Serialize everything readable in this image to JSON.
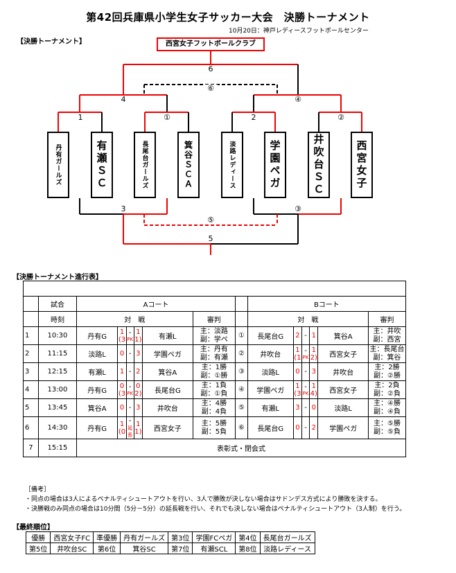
{
  "header": {
    "title": "第42回兵庫県小学生女子サッカー大会　決勝トーナメント",
    "date_venue": "10月20日：神戸レディースフットボールセンター"
  },
  "bracket": {
    "section_label": "【決勝トーナメント】",
    "champion": "西宮女子フットボールクラブ",
    "teams": [
      "丹有ガールズ",
      "有瀬ＳＣ",
      "長尾台ガールズ",
      "箕谷ＳＣＡ",
      "淡路レディース",
      "学園ペガ",
      "井吹台ＳＣ",
      "西宮女子"
    ],
    "match_numbers": {
      "m1": "1",
      "m2": "2",
      "mc1": "①",
      "mc2": "②",
      "m4": "4",
      "mc4": "④",
      "m6": "6",
      "mc6": "⑥",
      "m3": "3",
      "mc3": "③",
      "m5": "5",
      "mc5": "⑤"
    }
  },
  "schedule": {
    "section_label": "【決勝トーナメント進行表】",
    "h_match": "試合",
    "h_time": "時刻",
    "h_a_court": "Aコート",
    "h_b_court": "Bコート",
    "h_taisen": "対　戦",
    "h_ref": "審判",
    "rows": [
      {
        "no": "1",
        "time": "10:30",
        "a_home": "丹有G",
        "a_s1": "1",
        "a_p1": "(3",
        "a_pk": "PK",
        "a_s2": "1",
        "a_p2": "1)",
        "a_away": "有瀬L",
        "a_ref1": "主：淡路",
        "a_ref2": "副：学ペ",
        "b_no": "①",
        "b_home": "長尾台G",
        "b_s1": "2",
        "b_s2": "1",
        "b_away": "箕谷A",
        "b_ref1": "主：井吹",
        "b_ref2": "副：西宮"
      },
      {
        "no": "2",
        "time": "11:15",
        "a_home": "淡路L",
        "a_s1": "0",
        "a_s2": "3",
        "a_away": "学園ペガ",
        "a_ref1": "主：丹有",
        "a_ref2": "副：有瀬",
        "b_no": "②",
        "b_home": "井吹台",
        "b_s1": "1",
        "b_p1": "(1",
        "b_pk": "PK",
        "b_s2": "1",
        "b_p2": "2)",
        "b_away": "西宮女子",
        "b_ref1": "主：長尾台",
        "b_ref2": "副：箕谷"
      },
      {
        "no": "3",
        "time": "12:15",
        "a_home": "有瀬L",
        "a_s1": "1",
        "a_s2": "2",
        "a_away": "箕谷A",
        "a_ref1": "主：1勝",
        "a_ref2": "副：①勝",
        "b_no": "③",
        "b_home": "淡路L",
        "b_s1": "0",
        "b_s2": "3",
        "b_away": "井吹台",
        "b_ref1": "主：2勝",
        "b_ref2": "副：②勝"
      },
      {
        "no": "4",
        "time": "13:00",
        "a_home": "丹有G",
        "a_s1": "0",
        "a_p1": "(3",
        "a_pk": "PK",
        "a_s2": "0",
        "a_p2": "2)",
        "a_away": "長尾台G",
        "a_ref1": "主：1負",
        "a_ref2": "副：①負",
        "b_no": "④",
        "b_home": "学園ペガ",
        "b_s1": "1",
        "b_p1": "(3",
        "b_pk": "PK",
        "b_s2": "1",
        "b_p2": "4)",
        "b_away": "西宮女子",
        "b_ref1": "主：2負",
        "b_ref2": "副：②負"
      },
      {
        "no": "5",
        "time": "13:45",
        "a_home": "箕谷A",
        "a_s1": "0",
        "a_s2": "3",
        "a_away": "井吹台",
        "a_ref1": "主：4勝",
        "a_ref2": "副：4負",
        "b_no": "⑤",
        "b_home": "有瀬L",
        "b_s1": "3",
        "b_s2": "0",
        "b_away": "淡路L",
        "b_ref1": "主：④勝",
        "b_ref2": "副：④負"
      },
      {
        "no": "6",
        "time": "14:30",
        "a_home": "丹有G",
        "a_s1": "1",
        "a_p1": "(0",
        "a_pk": "延長",
        "a_s2": "1",
        "a_p2": "1)",
        "a_away": "西宮女子",
        "a_ref1": "主：5勝",
        "a_ref2": "副：5負",
        "b_no": "⑥",
        "b_home": "長尾台G",
        "b_s1": "0",
        "b_s2": "2",
        "b_away": "学園ペガ",
        "b_ref1": "主：⑤勝",
        "b_ref2": "副：⑤負"
      },
      {
        "no": "7",
        "time": "15:15",
        "ceremony": "表彰式・閉会式"
      }
    ],
    "notes_title": "［備考］",
    "notes": [
      "・同点の場合は3人によるペナルティシュートアウトを行い、3人で勝敗が決しない場合はサドンデス方式により勝敗を決する。",
      "・決勝戦のみ同点の場合は10分間（5分－5分）の延長戦を行い、それでも決しない場合はペナルティシュートアウト（3人制）を行う。"
    ]
  },
  "ranking": {
    "section_label": "【最終順位】",
    "row1": [
      [
        "優勝",
        "西宮女子FC"
      ],
      [
        "準優勝",
        "丹有ガールズ"
      ],
      [
        "第3位",
        "学園FCペガ"
      ],
      [
        "第4位",
        "長尾台ガールズ"
      ]
    ],
    "row2": [
      [
        "第5位",
        "井吹台SC"
      ],
      [
        "第6位",
        "箕谷SC"
      ],
      [
        "第7位",
        "有瀬SCL"
      ],
      [
        "第8位",
        "淡路レディース"
      ]
    ]
  },
  "colors": {
    "winner_line": "#e00000",
    "line": "#000000"
  }
}
